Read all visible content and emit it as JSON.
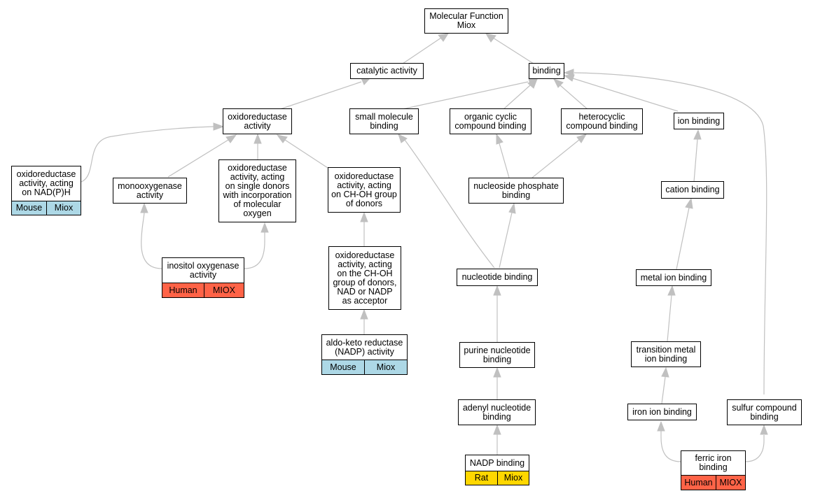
{
  "colors": {
    "edge": "#c0c0c0",
    "mouse": "#add8e6",
    "human": "#ff6347",
    "rat": "#ffd700"
  },
  "nodes": {
    "molecular_function": "Molecular Function\nMiox",
    "catalytic_activity": "catalytic activity",
    "binding": "binding",
    "oxidoreductase_activity": "oxidoreductase\nactivity",
    "small_molecule_binding": "small molecule\nbinding",
    "organic_cyclic_compound_binding": "organic cyclic\ncompound binding",
    "heterocyclic_compound_binding": "heterocyclic\ncompound binding",
    "ion_binding": "ion binding",
    "oxidoreductase_nadph": "oxidoreductase\nactivity, acting\non NAD(P)H",
    "monooxygenase_activity": "monooxygenase\nactivity",
    "oxidoreductase_single_donors": "oxidoreductase\nactivity, acting\non single donors\nwith incorporation\nof molecular\noxygen",
    "oxidoreductase_choh": "oxidoreductase\nactivity, acting\non CH-OH group\nof donors",
    "nucleoside_phosphate_binding": "nucleoside phosphate\nbinding",
    "cation_binding": "cation binding",
    "inositol_oxygenase_activity": "inositol oxygenase\nactivity",
    "oxidoreductase_choh_nad": "oxidoreductase\nactivity, acting\non the CH-OH\ngroup of donors,\nNAD or NADP\nas acceptor",
    "nucleotide_binding": "nucleotide binding",
    "metal_ion_binding": "metal ion binding",
    "aldo_keto_reductase": "aldo-keto reductase\n(NADP) activity",
    "purine_nucleotide_binding": "purine nucleotide\nbinding",
    "transition_metal_ion_binding": "transition metal\nion binding",
    "adenyl_nucleotide_binding": "adenyl nucleotide\nbinding",
    "iron_ion_binding": "iron ion binding",
    "sulfur_compound_binding": "sulfur compound\nbinding",
    "nadp_binding": "NADP binding",
    "ferric_iron_binding": "ferric iron\nbinding"
  },
  "annotations": {
    "oxidoreductase_nadph": {
      "species": "Mouse",
      "gene": "Miox"
    },
    "inositol_oxygenase_activity": {
      "species": "Human",
      "gene": "MIOX"
    },
    "aldo_keto_reductase": {
      "species": "Mouse",
      "gene": "Miox"
    },
    "nadp_binding": {
      "species": "Rat",
      "gene": "Miox"
    },
    "ferric_iron_binding": {
      "species": "Human",
      "gene": "MIOX"
    }
  }
}
